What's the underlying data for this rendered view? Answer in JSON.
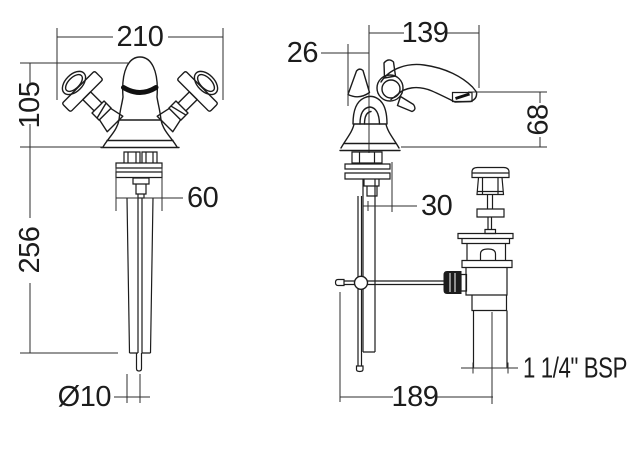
{
  "drawing": {
    "background_color": "#ffffff",
    "line_color": "#1c1c1c",
    "views": {
      "front": {
        "dimensions": {
          "overall_width": "210",
          "height_above_deck": "105",
          "tail_length_below_deck": "256",
          "base_width": "60",
          "tail_pipe_diameter": "Ø10"
        }
      },
      "side": {
        "dimensions": {
          "spout_reach": "139",
          "handle_overhang": "26",
          "spout_height": "68",
          "base_depth": "30",
          "popup_rod_reach": "189",
          "waste_thread_size": "1 1/4\" BSP"
        }
      }
    }
  }
}
